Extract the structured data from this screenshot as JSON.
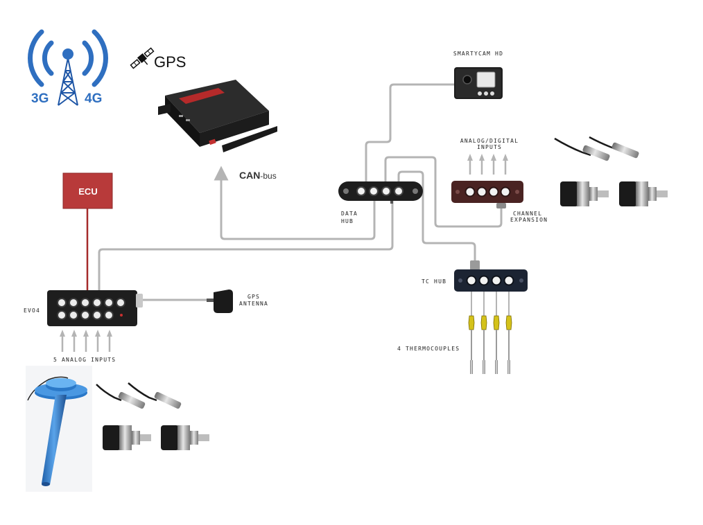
{
  "labels": {
    "network": "3G 4G",
    "network_3g": "3G",
    "network_4g": "4G",
    "gps": "GPS",
    "can_bold": "CAN",
    "can_rest": "-bus",
    "ecu": "ECU",
    "smartycam": "SMARTYCAM HD",
    "analog_digital_line1": "ANALOG/DIGITAL",
    "analog_digital_line2": "INPUTS",
    "data_hub_line1": "DATA",
    "data_hub_line2": "HUB",
    "channel_exp_line1": "CHANNEL",
    "channel_exp_line2": "EXPANSION",
    "tc_hub": "TC HUB",
    "evo4": "EVO4",
    "gps_antenna_line1": "GPS",
    "gps_antenna_line2": "ANTENNA",
    "analog_inputs": "5 ANALOG INPUTS",
    "thermocouples": "4 THERMOCOUPLES"
  },
  "colors": {
    "cable": "#b4b4b4",
    "ecu_box": "#b83a3a",
    "ecu_wire": "#a52a2a",
    "network_blue": "#2f6fc0",
    "device_dark": "#1e1e1e",
    "expansion_brown": "#4a2322",
    "tc_hub_navy": "#1c2433",
    "fuel_probe_blue": "#2a78c8",
    "thermo_yellow": "#d4c21a"
  },
  "icons": [
    "cell-tower-icon",
    "satellite-icon",
    "arrow-up-icon"
  ]
}
